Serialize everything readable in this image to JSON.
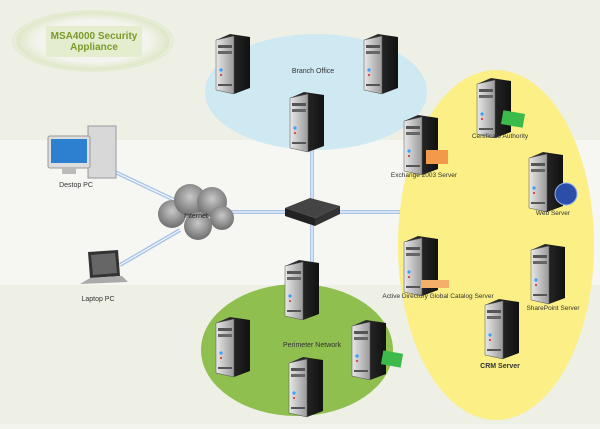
{
  "title": {
    "line1": "MSA4000 Security",
    "line2": "Appliance"
  },
  "labels": {
    "branch_office": "Branch Office",
    "desktop_pc": "Destop PC",
    "internet": "Internet",
    "laptop_pc": "Laptop PC",
    "exchange": "Exchange 2003 Server",
    "certificate_authority": "Certificate Authority",
    "web_server": "Web Server",
    "active_directory": "Active Directory Global Catalog Server",
    "sharepoint": "SharePoint Server",
    "crm": "CRM Server",
    "perimeter_network": "Perimeter Network"
  },
  "colors": {
    "branch_zone": "#cfe9f3",
    "internal_zone": "#fbef85",
    "perimeter_zone": "#8fbf4e",
    "link": "#a9c6e8",
    "title_text": "#7a9a2a"
  }
}
